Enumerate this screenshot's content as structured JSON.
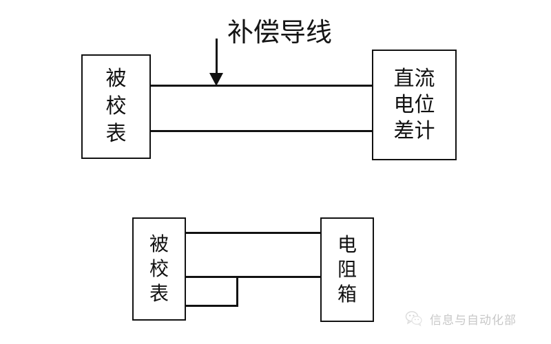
{
  "diagram": {
    "title": "补偿导线",
    "background_color": "#ffffff",
    "line_color": "#111111",
    "figures": [
      {
        "id": "top-figure",
        "annotation_label": "补偿导线",
        "annotation_icon": "down-arrow-icon",
        "left_box": {
          "label": "被校表",
          "chars": [
            "被",
            "校",
            "表"
          ]
        },
        "right_box": {
          "label": "直流电位差计",
          "chars": [
            "直流",
            "电位",
            "差计"
          ]
        },
        "wire_count": 2
      },
      {
        "id": "bottom-figure",
        "left_box": {
          "label": "被校表",
          "chars": [
            "被",
            "校",
            "表"
          ]
        },
        "right_box": {
          "label": "电阻箱",
          "chars": [
            "电",
            "阻",
            "箱"
          ]
        },
        "wire_count": 3,
        "has_jumper": true
      }
    ]
  },
  "watermark": {
    "text": "信息与自动化部",
    "logo": "wechat-logo-icon",
    "color": "#9a9a9a"
  }
}
